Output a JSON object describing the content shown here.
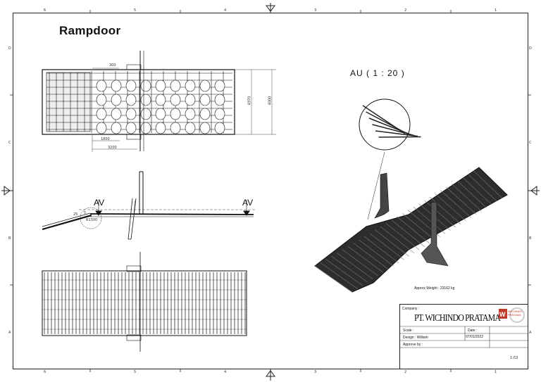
{
  "drawing": {
    "title": "Rampdoor",
    "view_label": "AU ( 1 : 20 )",
    "section_label_left": "AV",
    "section_label_right": "AV",
    "approx_weight": "Approx Weight : 23162 kg",
    "dimensions": {
      "d300": "300",
      "d1800": "1800",
      "d3200": "3200",
      "d4800": "4800",
      "d4970": "4970",
      "d25": "25",
      "d5": "5",
      "r1300": "R1300"
    }
  },
  "title_block": {
    "company_label": "Company :",
    "company_name": "PT. WICHINDO PRATAMA",
    "logo_text": "WICHINDO PRATAMA",
    "scale_label": "Scale :",
    "date_label": "Date :",
    "design_label": "Design : William",
    "date_value": "07/01/2022",
    "approve_label": "Approve by :",
    "sheet": "1 /13"
  },
  "border": {
    "top_numbers": [
      "6",
      "5",
      "4",
      "3",
      "2",
      "1"
    ],
    "side_letters": [
      "D",
      "C",
      "B",
      "A"
    ]
  }
}
